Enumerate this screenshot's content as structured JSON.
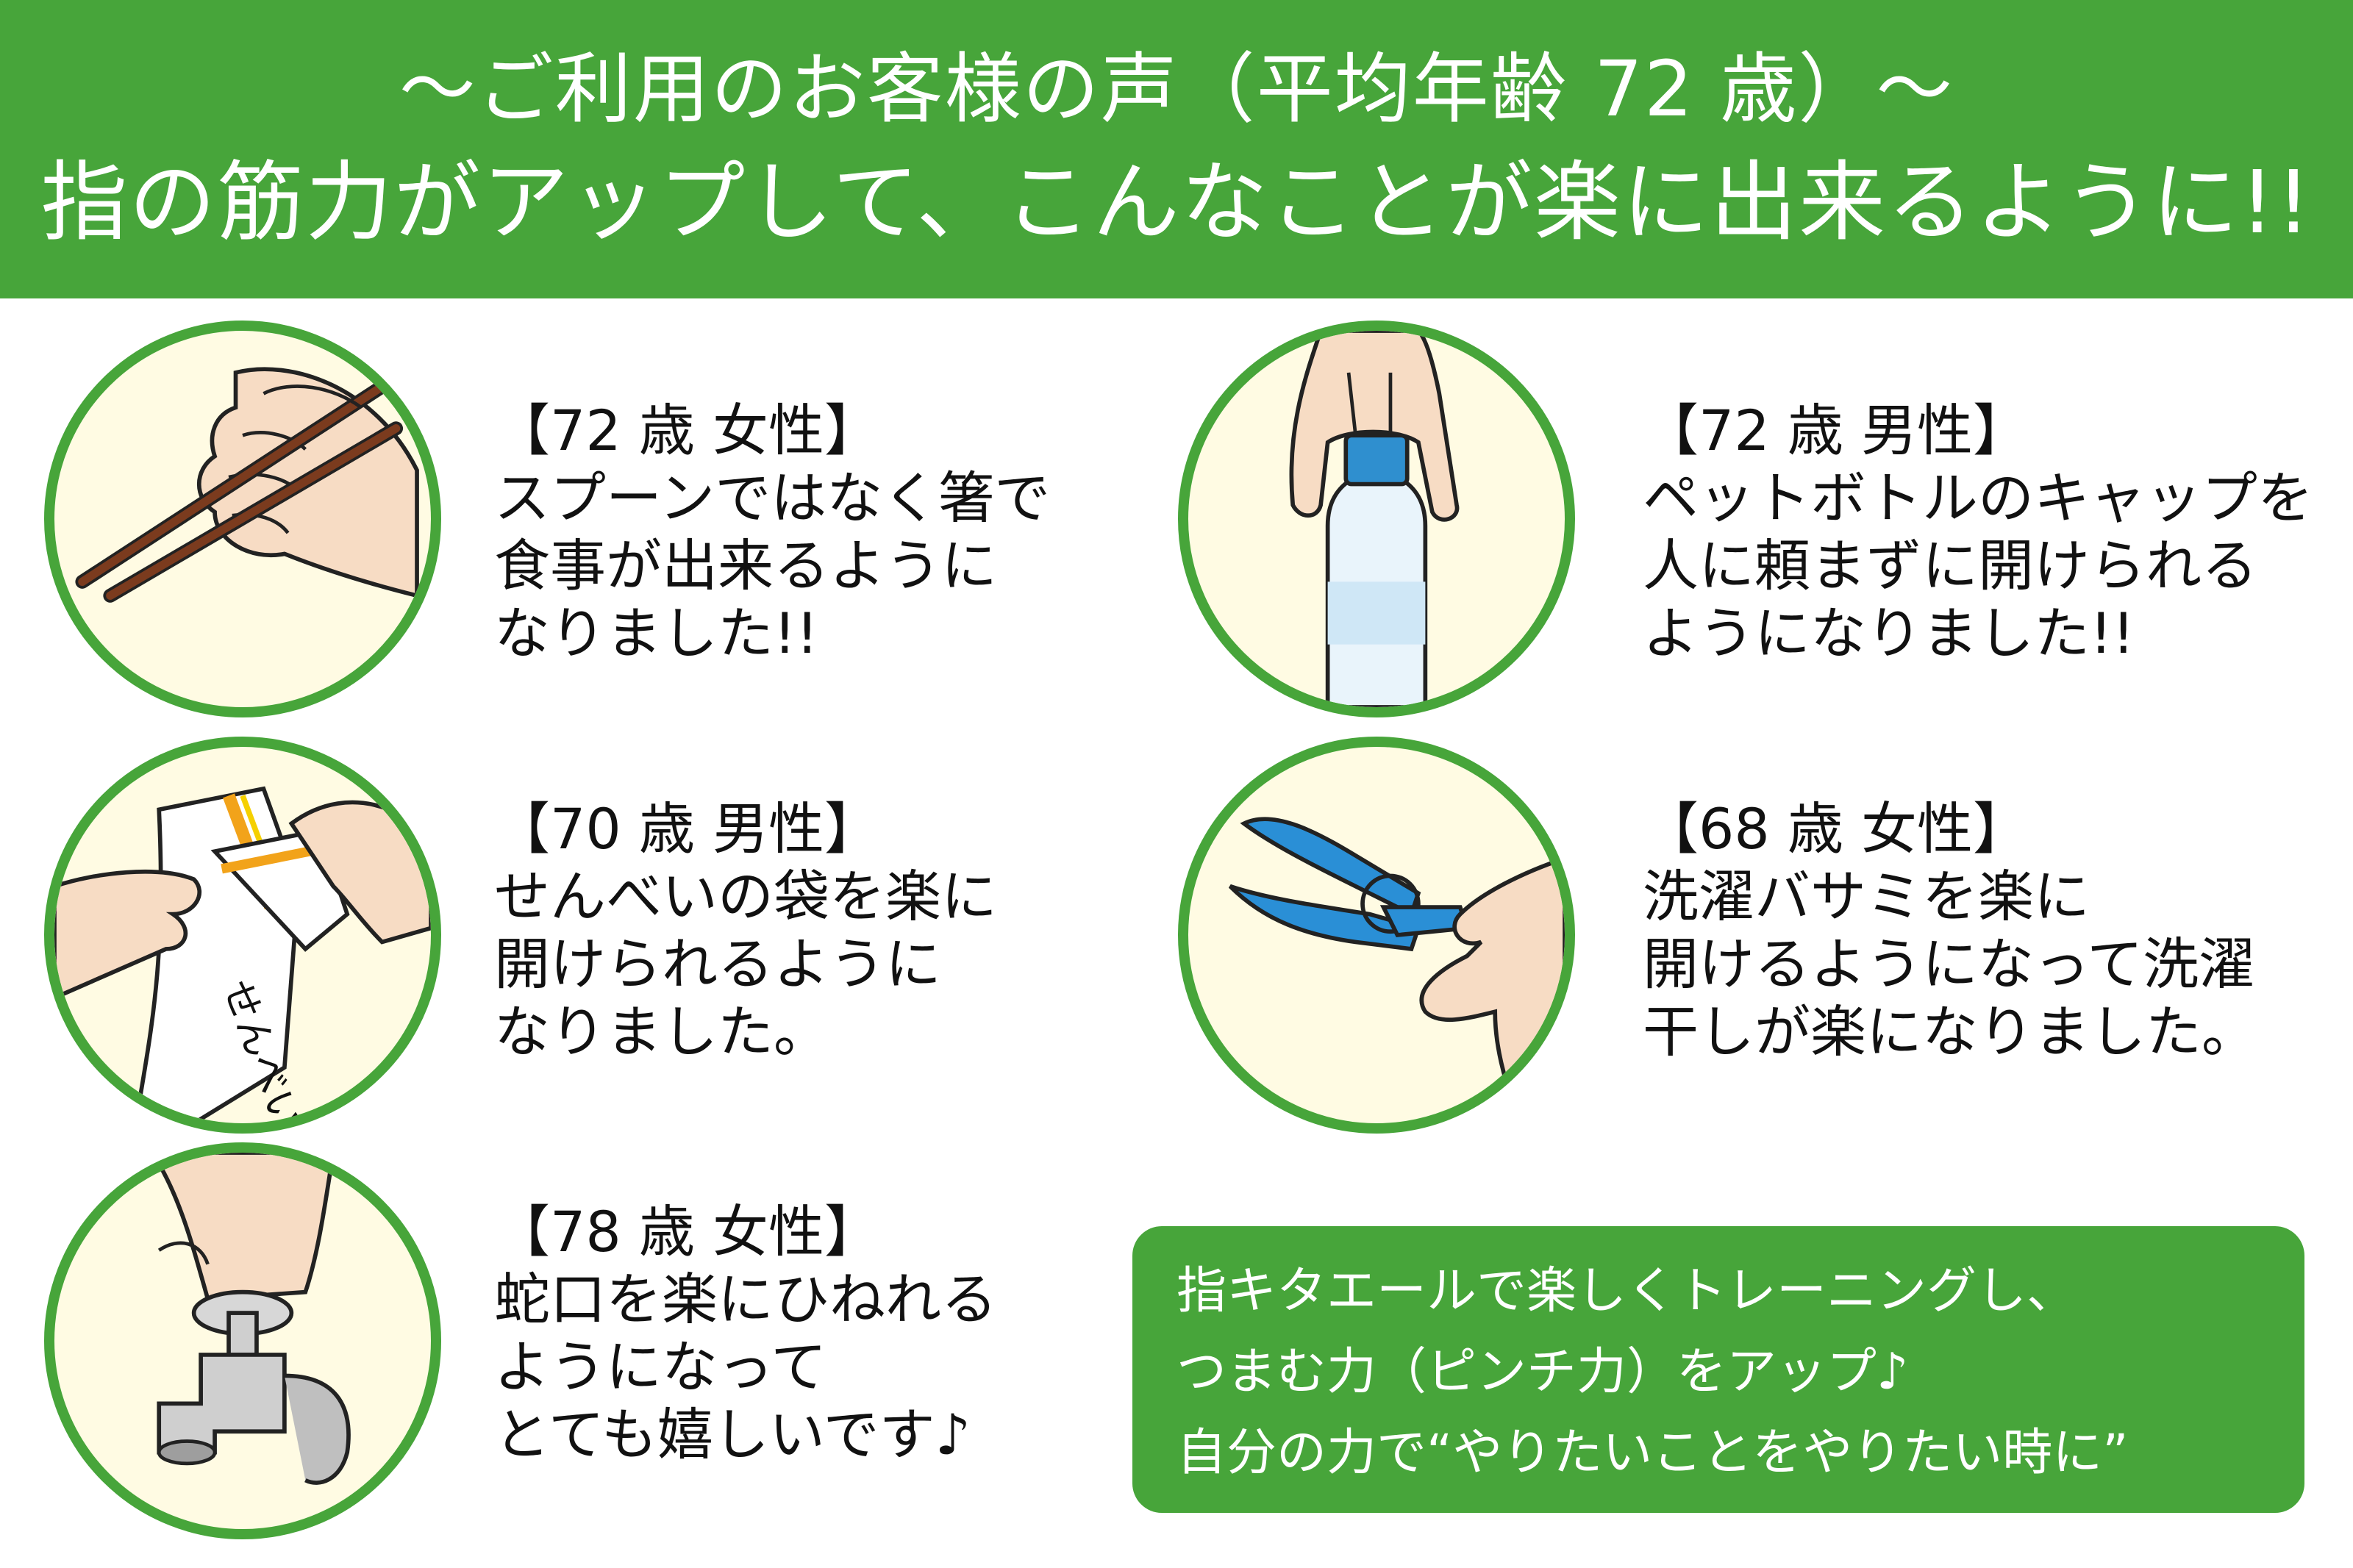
{
  "header": {
    "line1": "～ご利用のお客様の声（平均年齢 72 歳）～",
    "line2": "指の筋力がアップして、こんなことが楽に出来るように!!"
  },
  "testimonials": [
    {
      "label": "【72 歳 女性】",
      "body": "スプーンではなく箸で\n食事が出来るように\nなりました!!"
    },
    {
      "label": "【72 歳 男性】",
      "body": "ペットボトルのキャップを\n人に頼まずに開けられる\nようになりました!!"
    },
    {
      "label": "【70 歳 男性】",
      "body": "せんべいの袋を楽に\n開けられるように\nなりました。"
    },
    {
      "label": "【68 歳 女性】",
      "body": "洗濯バサミを楽に\n開けるようになって洗濯\n干しが楽になりました。"
    },
    {
      "label": "【78 歳 女性】",
      "body": "蛇口を楽にひねれる\nようになって\nとても嬉しいです♪"
    }
  ],
  "illustrations": {
    "senbei_text": "せんべい"
  },
  "callout": {
    "line1": "指キタエールで楽しくトレーニングし、",
    "line2": "つまむ力（ピンチ力）をアップ♪",
    "line3": "自分の力で“やりたいことをやりたい時に”"
  },
  "colors": {
    "brand_green": "#47a53a",
    "circle_fill": "#fffbe3",
    "skin": "#f7dcc4",
    "chopstick": "#7b3b1e",
    "bottle_cap": "#2f8fcf",
    "clip_blue": "#2a8fd6",
    "bag_stripe": "#f2a31a"
  },
  "icons": [
    "chopsticks-hand-icon",
    "bottle-cap-hand-icon",
    "snack-bag-hands-icon",
    "clothespin-hand-icon",
    "faucet-hand-icon"
  ]
}
